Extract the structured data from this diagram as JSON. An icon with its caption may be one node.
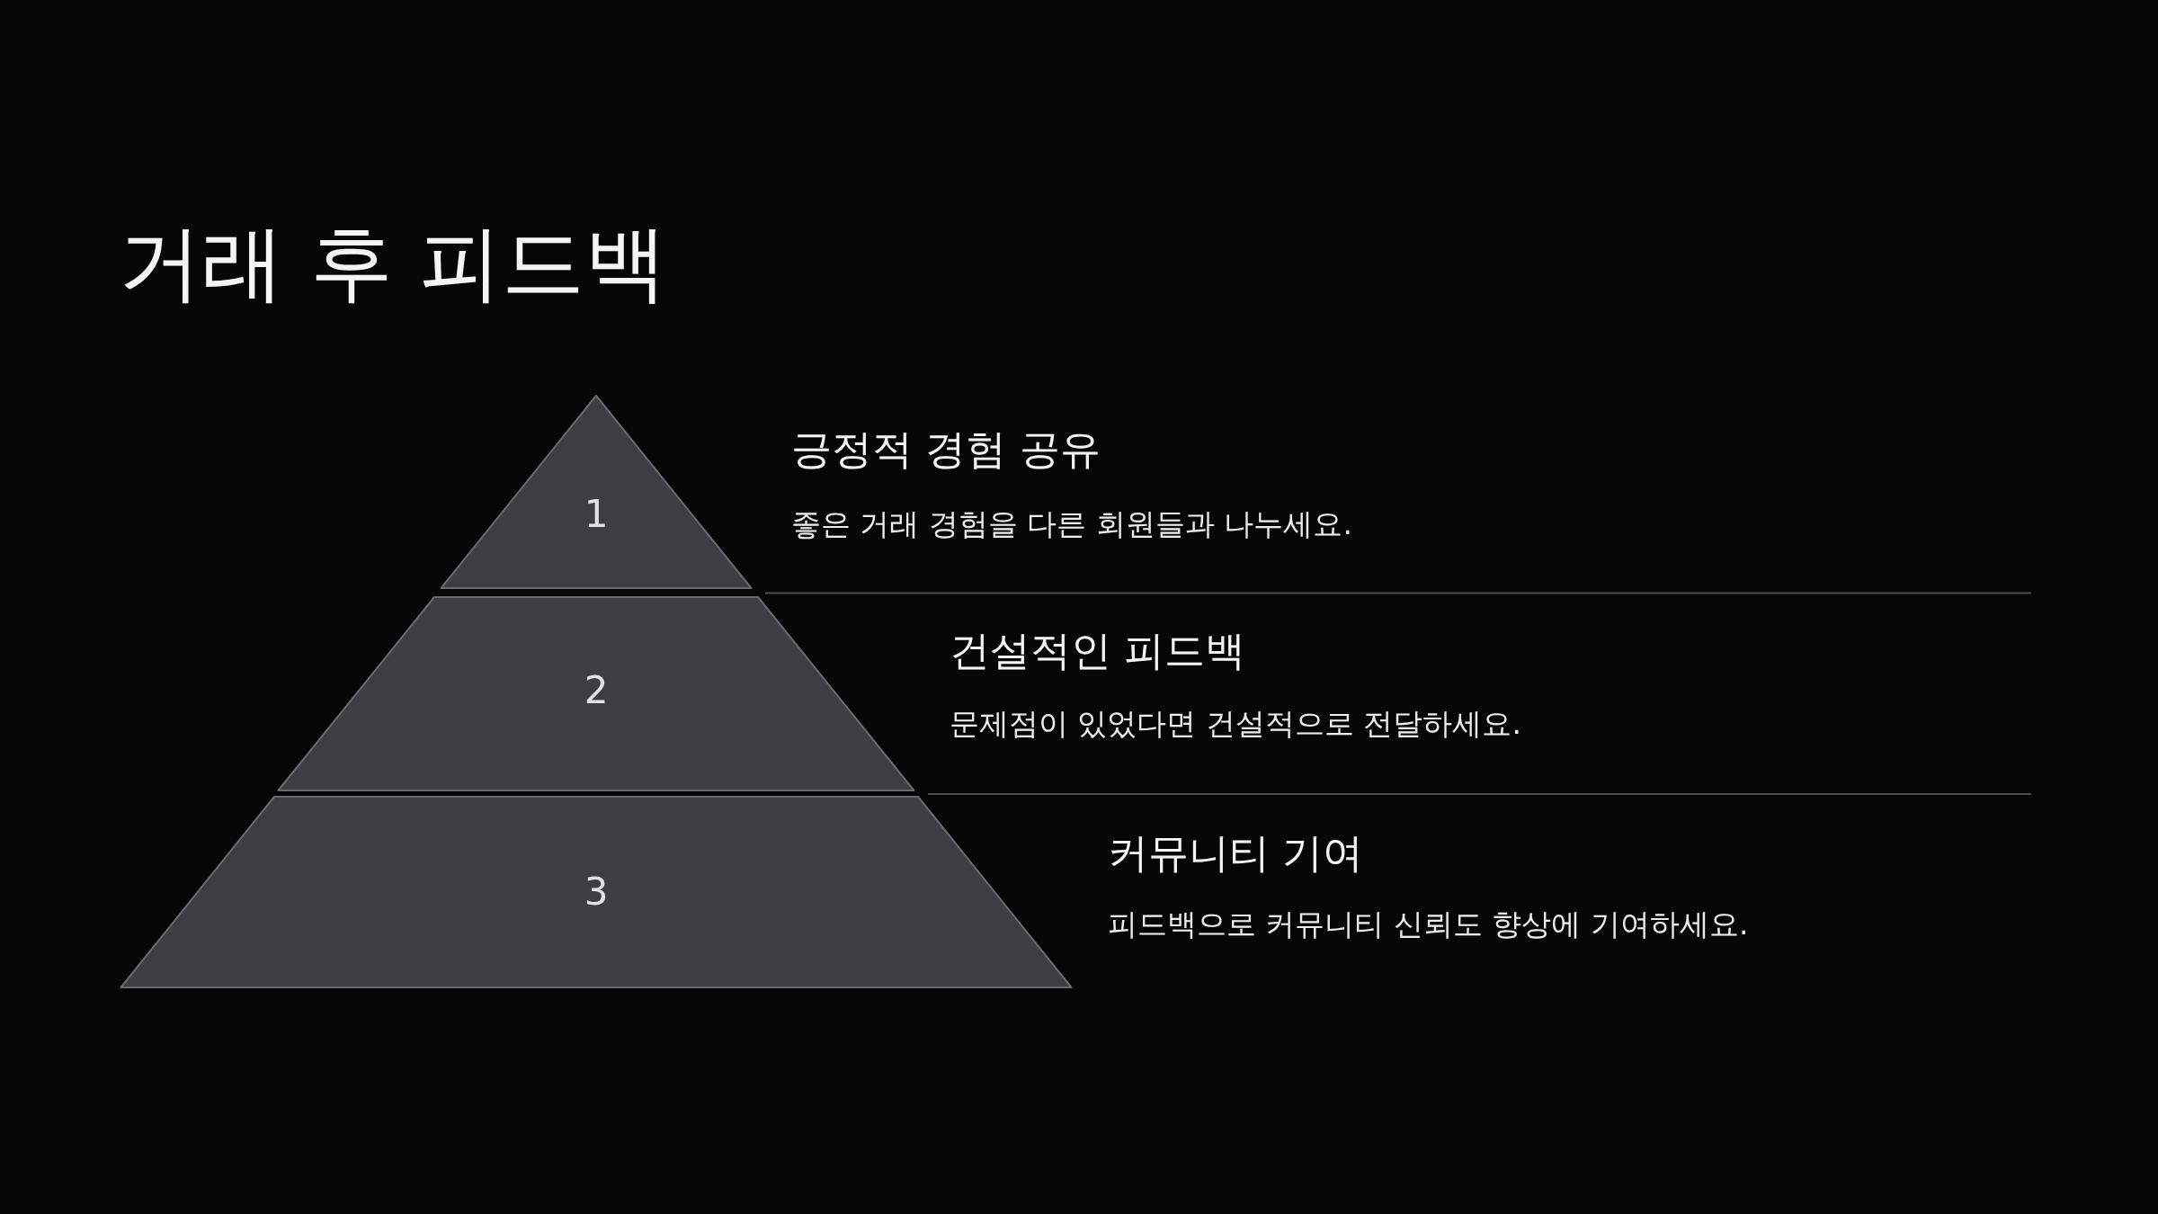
{
  "diagram": {
    "title": "거래 후 피드백",
    "nodes": [
      {
        "text": [
          "1"
        ],
        "beside": [
          "긍정적 경험 공유",
          "좋은 거래 경험을 다른 회원들과 나누세요."
        ]
      },
      {
        "text": [
          "2"
        ],
        "beside": [
          "건설적인 피드백",
          "문제점이 있었다면 건설적으로 전달하세요."
        ]
      },
      {
        "text": [
          "3"
        ],
        "beside": [
          "커뮤니티 기여",
          "피드백으로 커뮤니티 신뢰도 향상에 기여하세요."
        ]
      }
    ]
  }
}
